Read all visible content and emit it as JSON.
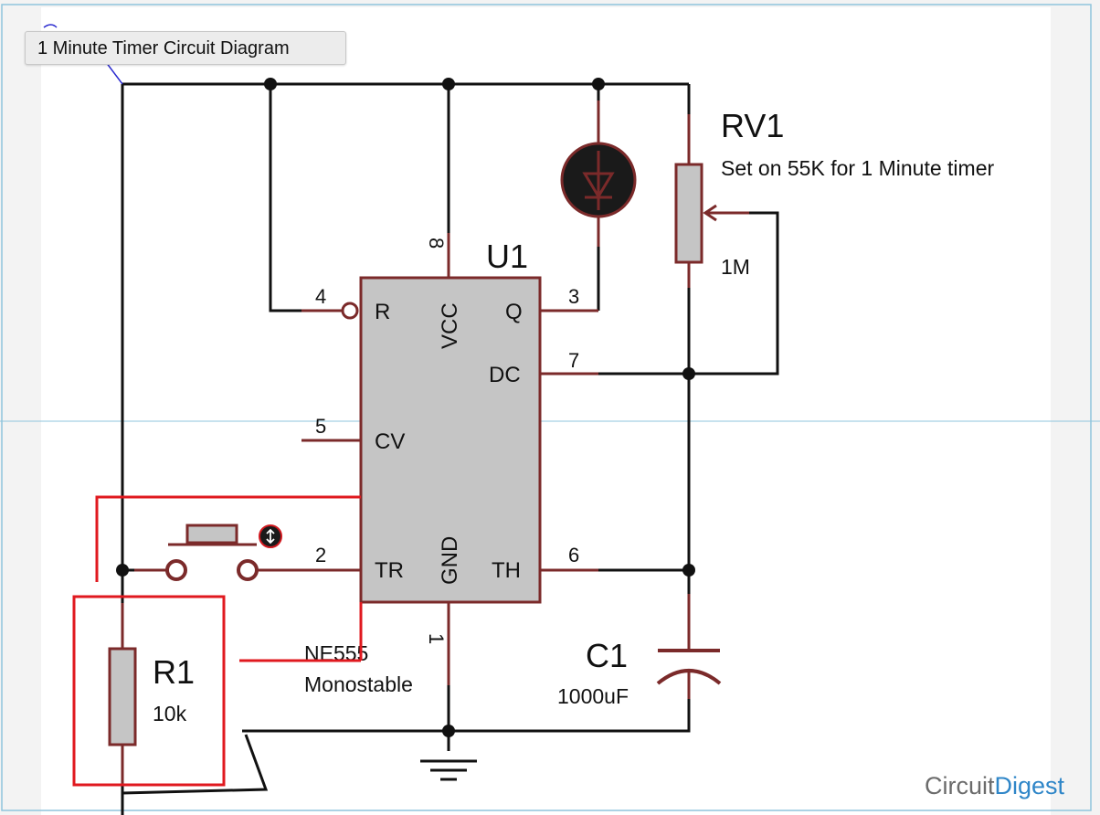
{
  "tooltip": {
    "title": "1 Minute Timer Circuit Diagram"
  },
  "ic": {
    "ref": "U1",
    "part": "NE555",
    "mode": "Monostable",
    "pins": {
      "r": {
        "name": "R",
        "number": "4"
      },
      "vcc": {
        "name": "VCC",
        "number": "8"
      },
      "q": {
        "name": "Q",
        "number": "3"
      },
      "dc": {
        "name": "DC",
        "number": "7"
      },
      "cv": {
        "name": "CV",
        "number": "5"
      },
      "tr": {
        "name": "TR",
        "number": "2"
      },
      "gnd": {
        "name": "GND",
        "number": "1"
      },
      "th": {
        "name": "TH",
        "number": "6"
      }
    }
  },
  "rv1": {
    "ref": "RV1",
    "note": "Set on 55K for 1 Minute timer",
    "value": "1M"
  },
  "r1": {
    "ref": "R1",
    "value": "10k"
  },
  "c1": {
    "ref": "C1",
    "value": "1000uF"
  },
  "watermark": {
    "part1": "Circuit",
    "part2": "Digest"
  },
  "colors": {
    "wire": "#111111",
    "component": "#7b2a2a",
    "ic_fill": "#c5c5c5",
    "highlight": "#e0191f",
    "guide": "#8fc4dc",
    "watermark_gray": "#6b6b6b",
    "watermark_blue": "#2f86c8"
  },
  "icons": {
    "led": "led-icon",
    "switch": "push-button-switch-icon",
    "ground": "ground-icon"
  }
}
